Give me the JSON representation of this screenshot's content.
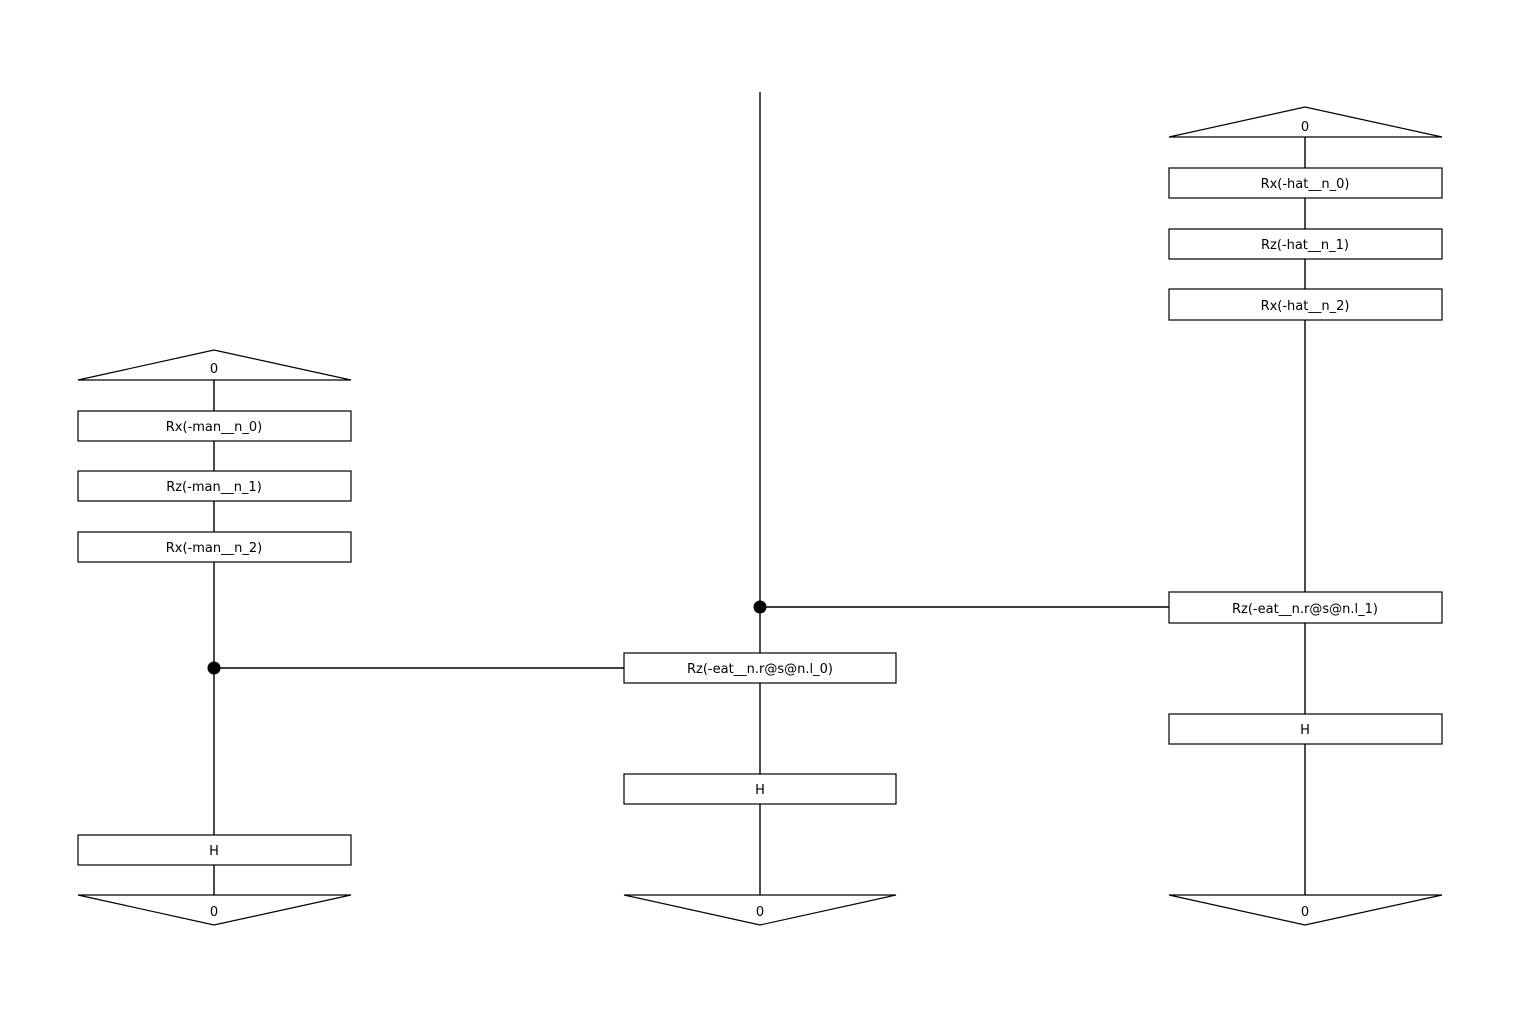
{
  "diagram": {
    "type": "quantum-circuit",
    "wires": [
      {
        "id": "left",
        "init_label": "0",
        "gates": [
          "Rx(-man__n_0)",
          "Rz(-man__n_1)",
          "Rx(-man__n_2)",
          "H"
        ],
        "discard_label": "0"
      },
      {
        "id": "middle",
        "gates": [
          "Rz(-eat__n.r@s@n.l_0)",
          "H"
        ],
        "discard_label": "0"
      },
      {
        "id": "right",
        "init_label": "0",
        "gates": [
          "Rx(-hat__n_0)",
          "Rz(-hat__n_1)",
          "Rx(-hat__n_2)",
          "Rz(-eat__n.r@s@n.l_1)",
          "H"
        ],
        "discard_label": "0"
      }
    ],
    "controls": [
      {
        "control_wire": "middle",
        "target_wire": "right",
        "gate": "Rz(-eat__n.r@s@n.l_1)"
      },
      {
        "control_wire": "left",
        "target_wire": "middle",
        "gate": "Rz(-eat__n.r@s@n.l_0)"
      }
    ]
  },
  "colors": {
    "stroke": "#000000",
    "background": "#ffffff"
  }
}
